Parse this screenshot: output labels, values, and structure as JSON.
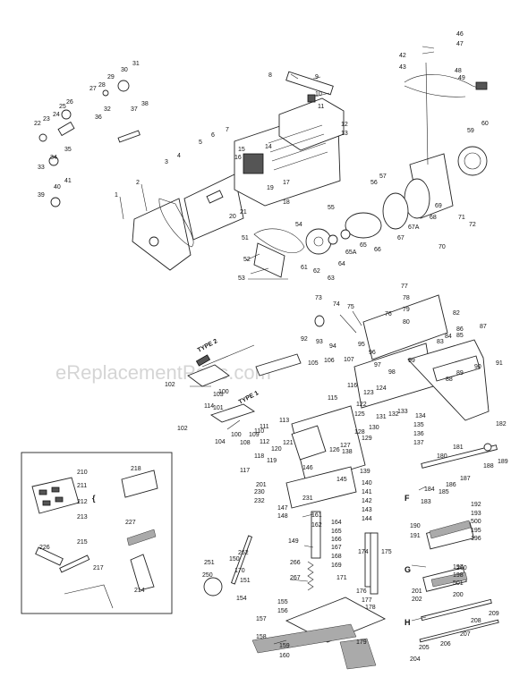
{
  "watermark": "eReplacementParts.com",
  "type_labels": {
    "type2": "TYPE 2",
    "type1": "TYPE 1"
  },
  "section_letters": [
    "F",
    "G",
    "H"
  ],
  "callouts": {
    "c1": "1",
    "c2": "2",
    "c3": "3",
    "c4": "4",
    "c5": "5",
    "c6": "6",
    "c7": "7",
    "c8": "8",
    "c9": "9",
    "c10": "10",
    "c11": "11",
    "c12": "12",
    "c13": "13",
    "c14": "14",
    "c15": "15",
    "c16": "16",
    "c17": "17",
    "c18": "18",
    "c19": "19",
    "c20": "20",
    "c21": "21",
    "c22": "22",
    "c23": "23",
    "c24": "24",
    "c25": "25",
    "c26": "26",
    "c27": "27",
    "c28": "28",
    "c29": "29",
    "c30": "30",
    "c31": "31",
    "c32": "32",
    "c33": "33",
    "c34": "34",
    "c35": "35",
    "c36": "36",
    "c37": "37",
    "c38": "38",
    "c39": "39",
    "c40": "40",
    "c41": "41",
    "c42": "42",
    "c43": "43",
    "c46": "46",
    "c47": "47",
    "c48": "48",
    "c49": "49",
    "c51": "51",
    "c52": "52",
    "c53": "53",
    "c54": "54",
    "c55": "55",
    "c56": "56",
    "c57": "57",
    "c59": "59",
    "c60": "60",
    "c61": "61",
    "c62": "62",
    "c63": "63",
    "c64": "64",
    "c65": "65",
    "c65a": "65A",
    "c66": "66",
    "c67": "67",
    "c67a": "67A",
    "c68": "68",
    "c69": "69",
    "c70": "70",
    "c71": "71",
    "c72": "72",
    "c73": "73",
    "c74": "74",
    "c75": "75",
    "c76": "76",
    "c77": "77",
    "c78": "78",
    "c79": "79",
    "c80": "80",
    "c82": "82",
    "c83": "83",
    "c84": "84",
    "c85": "85",
    "c86": "86",
    "c87": "87",
    "c88": "88",
    "c89": "89",
    "c90": "90",
    "c91": "91",
    "c92": "92",
    "c93": "93",
    "c94": "94",
    "c95": "95",
    "c96": "96",
    "c97": "97",
    "c98": "98",
    "c99": "99",
    "c100": "100",
    "c100b": "100",
    "c101": "101",
    "c102": "102",
    "c102b": "102",
    "c103": "103",
    "c104": "104",
    "c105": "105",
    "c106": "106",
    "c107": "107",
    "c108": "108",
    "c109": "109",
    "c110": "110",
    "c111": "111",
    "c112": "112",
    "c113": "113",
    "c114": "114",
    "c115": "115",
    "c116": "116",
    "c117": "117",
    "c118": "118",
    "c119": "119",
    "c120": "120",
    "c121": "121",
    "c122": "122",
    "c123": "123",
    "c124": "124",
    "c125": "125",
    "c126": "126",
    "c127": "127",
    "c128": "128",
    "c129": "129",
    "c130": "130",
    "c131": "131",
    "c132": "132",
    "c133": "133",
    "c134": "134",
    "c135": "135",
    "c136": "136",
    "c137": "137",
    "c138": "138",
    "c139": "139",
    "c140": "140",
    "c141": "141",
    "c142": "142",
    "c143": "143",
    "c144": "144",
    "c145": "145",
    "c146": "146",
    "c147": "147",
    "c148": "148",
    "c149": "149",
    "c150": "150",
    "c151": "151",
    "c154": "154",
    "c155": "155",
    "c156": "156",
    "c157": "157",
    "c158": "158",
    "c159": "159",
    "c160": "160",
    "c161": "161",
    "c162": "162",
    "c164": "164",
    "c165": "165",
    "c166": "166",
    "c167": "167",
    "c168": "168",
    "c169": "169",
    "c170": "170",
    "c171": "171",
    "c174": "174",
    "c175": "175",
    "c176": "176",
    "c177": "177",
    "c178": "178",
    "c179": "179",
    "c180": "180",
    "c181": "181",
    "c182": "182",
    "c183": "183",
    "c184": "184",
    "c185": "185",
    "c186": "186",
    "c187": "187",
    "c188": "188",
    "c189": "189",
    "c190": "190",
    "c191": "191",
    "c192": "192",
    "c193": "193",
    "c195": "195",
    "c196": "196",
    "c197": "197",
    "c198": "198",
    "c200": "200",
    "c200b": "200",
    "c201": "201",
    "c201b": "201",
    "c202": "202",
    "c204": "204",
    "c205": "205",
    "c206": "206",
    "c207": "207",
    "c208": "208",
    "c209": "209",
    "c210": "210",
    "c211": "211",
    "c212": "212",
    "c213": "213",
    "c214": "214",
    "c215": "215",
    "c217": "217",
    "c218": "218",
    "c226": "226",
    "c227": "227",
    "c230": "230",
    "c231": "231",
    "c232": "232",
    "c250": "250",
    "c251": "251",
    "c262": "262",
    "c266": "266",
    "c267": "267",
    "c500": "500",
    "c501": "501"
  }
}
